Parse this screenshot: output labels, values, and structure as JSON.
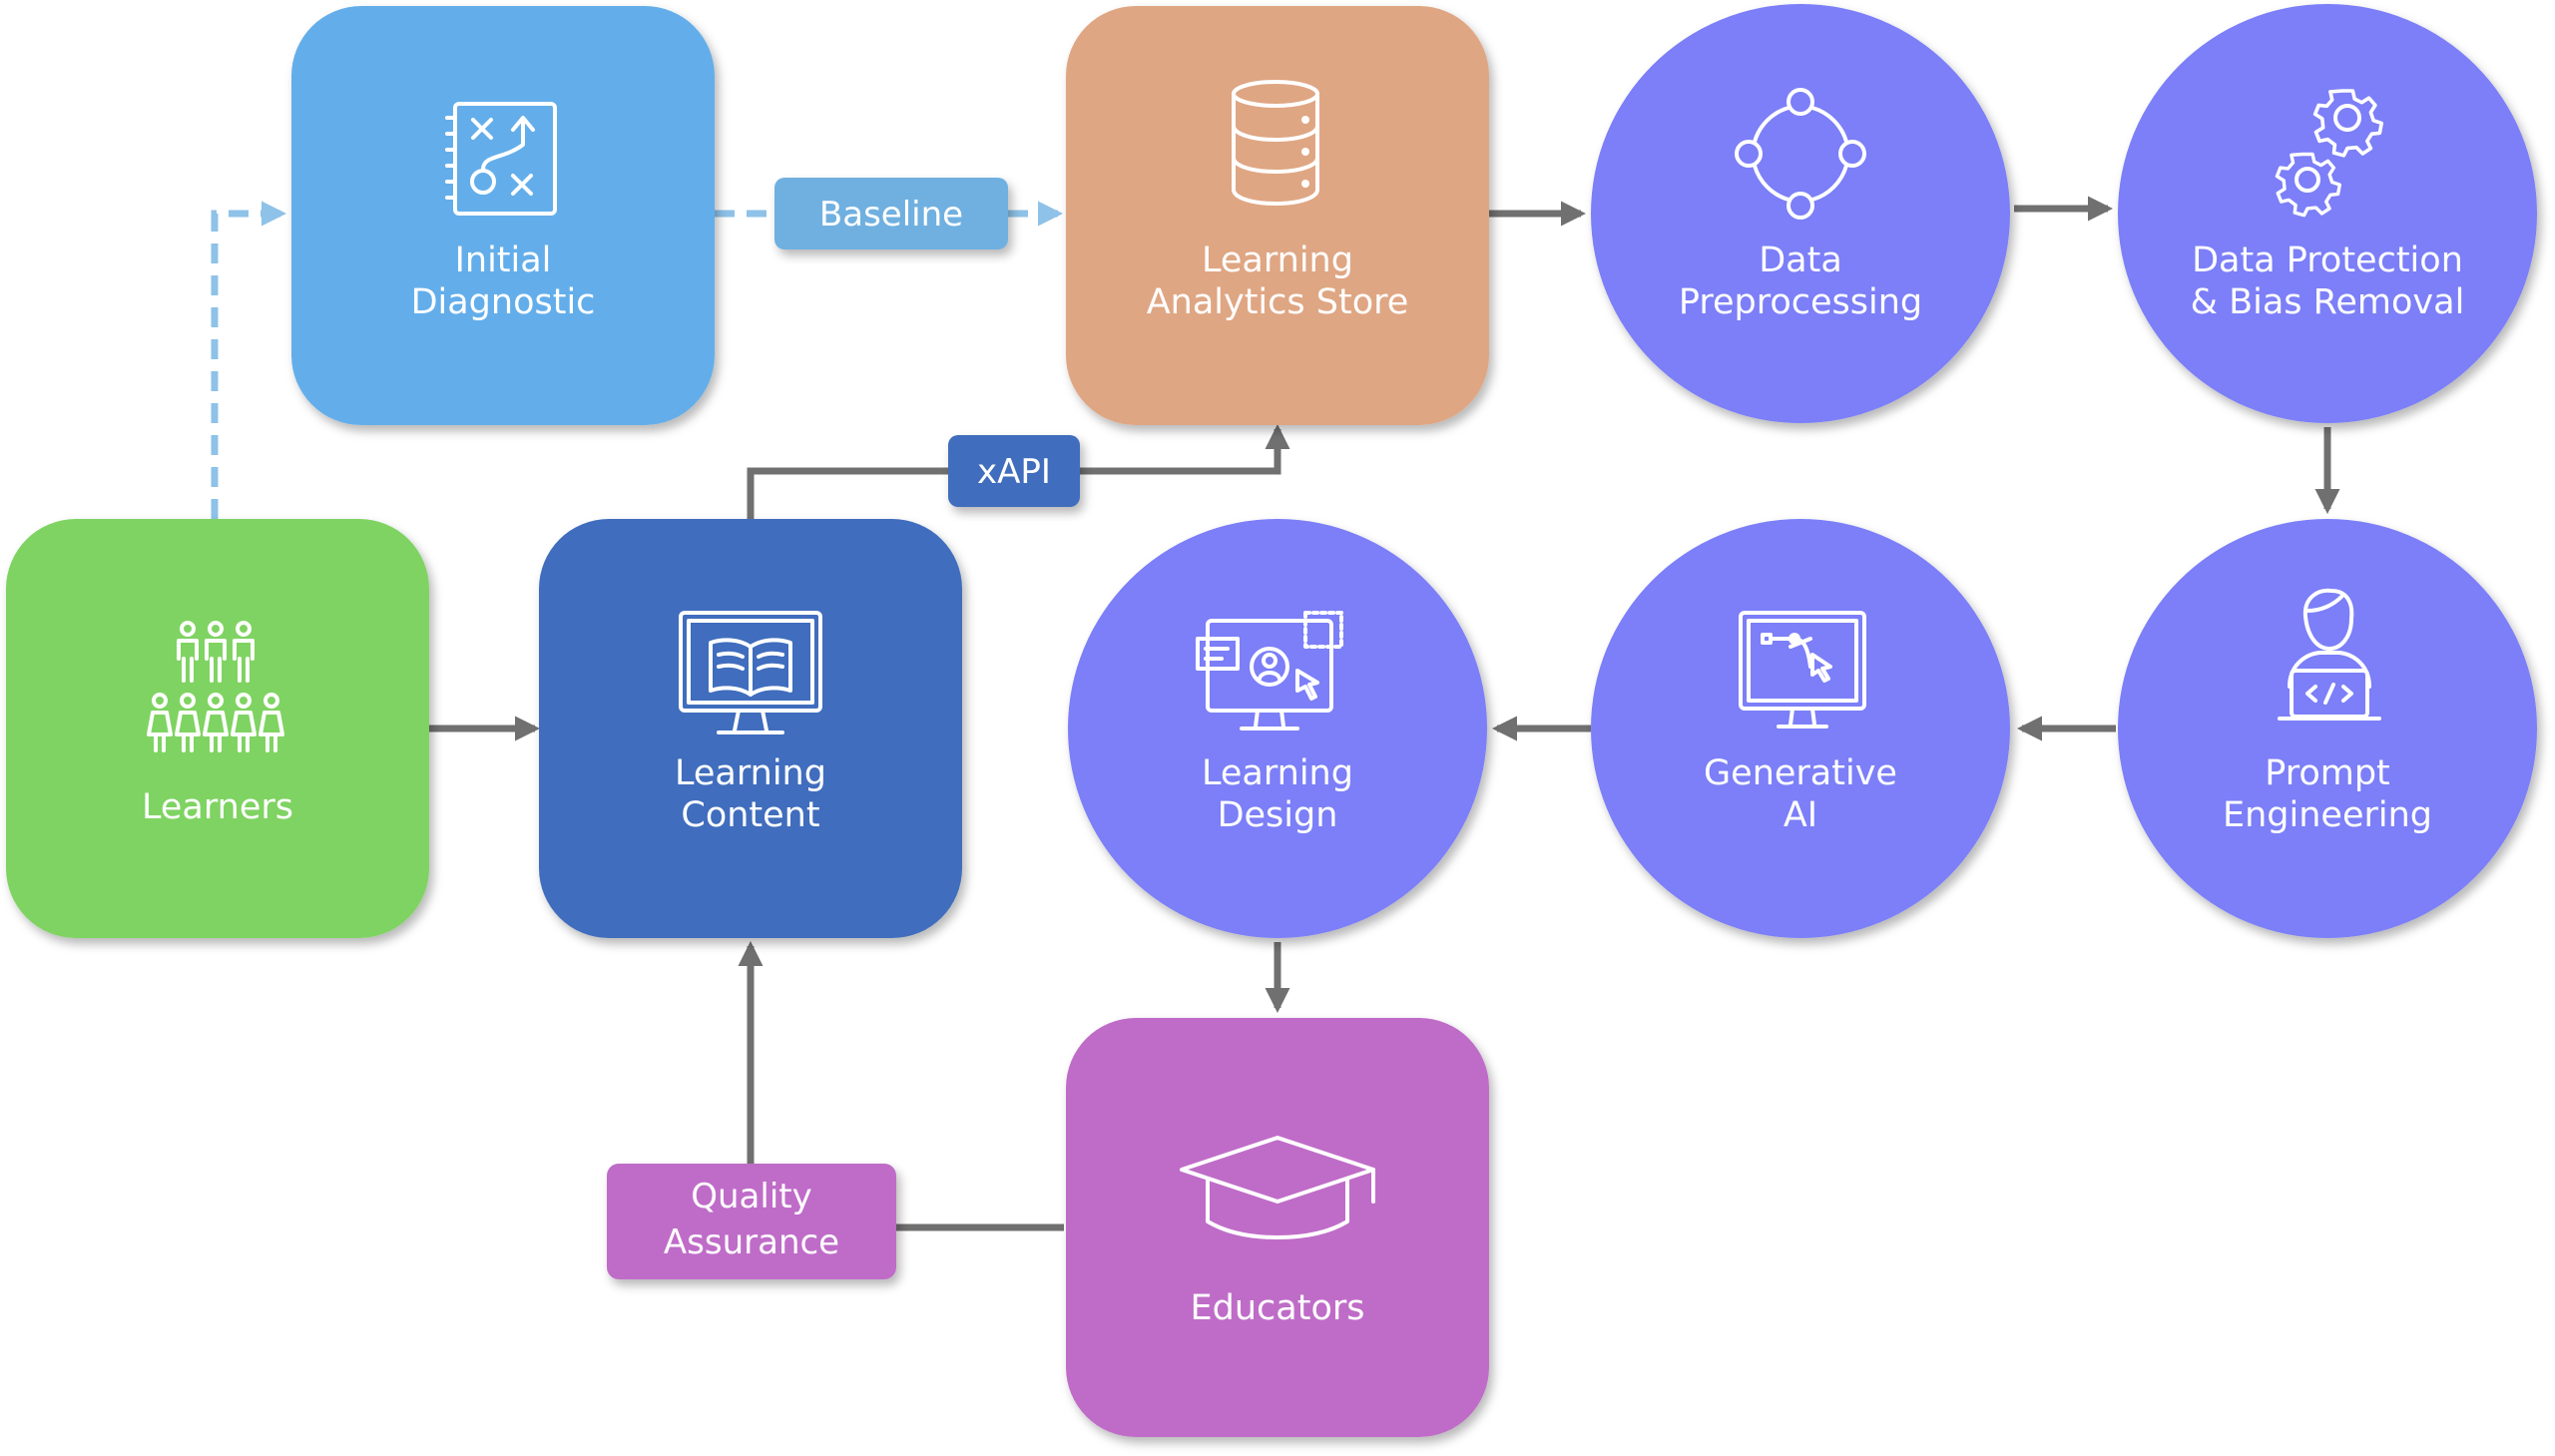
{
  "nodes": {
    "initial_diagnostic": {
      "line1": "Initial",
      "line2": "Diagnostic",
      "color": "#63aeea"
    },
    "learning_analytics_store": {
      "line1": "Learning",
      "line2": "Analytics Store",
      "color": "#dfa683"
    },
    "data_preprocessing": {
      "line1": "Data",
      "line2": "Preprocessing",
      "color": "#7b7ff7"
    },
    "data_protection": {
      "line1": "Data Protection",
      "line2": "& Bias Removal",
      "color": "#7b7ff7"
    },
    "learners": {
      "line1": "Learners",
      "color": "#7fd362"
    },
    "learning_content": {
      "line1": "Learning",
      "line2": "Content",
      "color": "#3f6dbd"
    },
    "learning_design": {
      "line1": "Learning",
      "line2": "Design",
      "color": "#7b7ff7"
    },
    "generative_ai": {
      "line1": "Generative",
      "line2": "AI",
      "color": "#7b7ff7"
    },
    "prompt_engineering": {
      "line1": "Prompt",
      "line2": "Engineering",
      "color": "#7b7ff7"
    },
    "educators": {
      "line1": "Educators",
      "color": "#bf6cc8"
    }
  },
  "labels": {
    "baseline": {
      "text": "Baseline",
      "color": "#6fb0e0"
    },
    "xapi": {
      "text": "xAPI",
      "color": "#3f6dbd"
    },
    "quality_assurance": {
      "line1": "Quality",
      "line2": "Assurance",
      "color": "#bf6cc8"
    }
  },
  "edges": [
    {
      "from": "learners",
      "to": "initial_diagnostic",
      "style": "dashed"
    },
    {
      "from": "initial_diagnostic",
      "to": "learning_analytics_store",
      "label": "Baseline",
      "style": "dashed"
    },
    {
      "from": "learning_analytics_store",
      "to": "data_preprocessing",
      "style": "solid"
    },
    {
      "from": "data_preprocessing",
      "to": "data_protection",
      "style": "solid"
    },
    {
      "from": "data_protection",
      "to": "prompt_engineering",
      "style": "solid"
    },
    {
      "from": "prompt_engineering",
      "to": "generative_ai",
      "style": "solid"
    },
    {
      "from": "generative_ai",
      "to": "learning_design",
      "style": "solid"
    },
    {
      "from": "learning_design",
      "to": "educators",
      "style": "solid"
    },
    {
      "from": "educators",
      "to": "learning_content",
      "label": "Quality Assurance",
      "style": "solid"
    },
    {
      "from": "learners",
      "to": "learning_content",
      "style": "solid"
    },
    {
      "from": "learning_content",
      "to": "learning_analytics_store",
      "label": "xAPI",
      "style": "solid"
    }
  ],
  "icons": {
    "initial_diagnostic": "strategy-board-icon",
    "learning_analytics_store": "database-icon",
    "data_preprocessing": "cycle-nodes-icon",
    "data_protection": "gears-icon",
    "learners": "people-group-icon",
    "learning_content": "book-monitor-icon",
    "learning_design": "design-screen-icon",
    "generative_ai": "vector-monitor-icon",
    "prompt_engineering": "programmer-icon",
    "educators": "graduation-cap-icon"
  }
}
